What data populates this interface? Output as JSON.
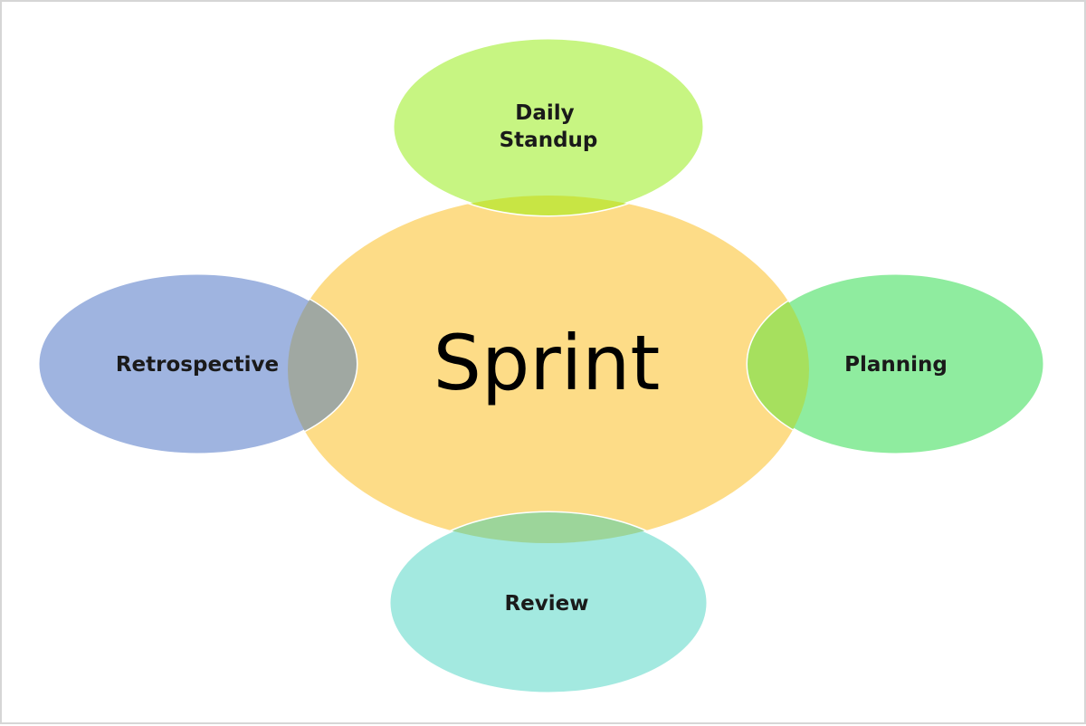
{
  "center": {
    "label": "Sprint",
    "color": "#fddc87"
  },
  "nodes": [
    {
      "id": "daily-standup",
      "lines": [
        "Daily",
        "Standup"
      ],
      "color": "#c7f582"
    },
    {
      "id": "planning",
      "lines": [
        "Planning"
      ],
      "color": "#8fec9f"
    },
    {
      "id": "review",
      "lines": [
        "Review"
      ],
      "color": "#a3e9e0"
    },
    {
      "id": "retrospective",
      "lines": [
        "Retrospective"
      ],
      "color": "#9fb4e0"
    }
  ],
  "overlap_colors": {
    "daily-standup": "#c8e544",
    "planning": "#a6e05e",
    "review": "#9cd59a",
    "retrospective": "#a0a8a2"
  }
}
